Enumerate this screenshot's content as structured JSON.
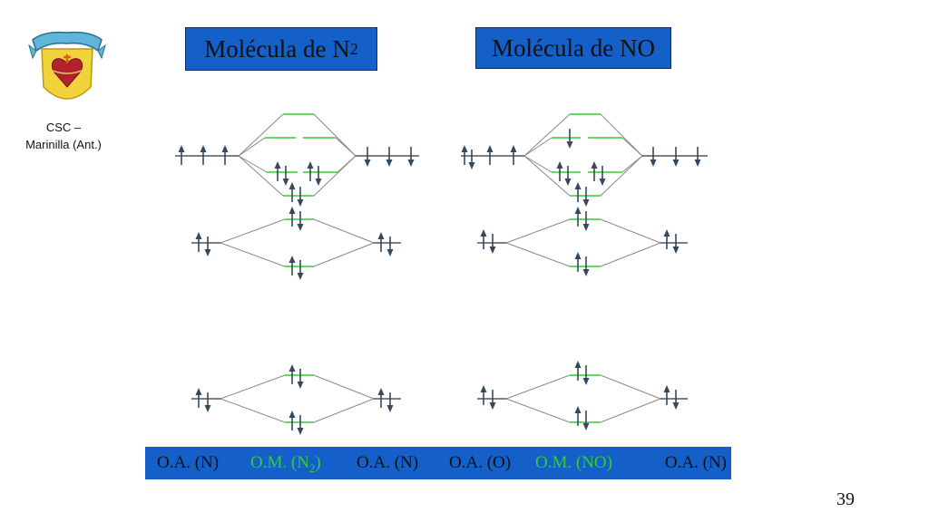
{
  "school": {
    "line1": "CSC –",
    "line2": "Marinilla (Ant.)"
  },
  "titles": {
    "n2": {
      "main": "Molécula de N",
      "sub": "2"
    },
    "no": {
      "main": "Molécula de NO"
    }
  },
  "footer": {
    "n2_left": "O.A. (N)",
    "n2_mo_main": "O.M. (N",
    "n2_mo_sub": "2",
    "n2_mo_close": ")",
    "n2_right": "O.A. (N)",
    "no_left": "O.A. (O)",
    "no_mo": "O.M. (NO)",
    "no_right": "O.A. (N)"
  },
  "page_number": "39",
  "colors": {
    "banner": "#1560c8",
    "mo_level": "#33cc33",
    "arrow": "#34495e",
    "connector": "#888888"
  }
}
